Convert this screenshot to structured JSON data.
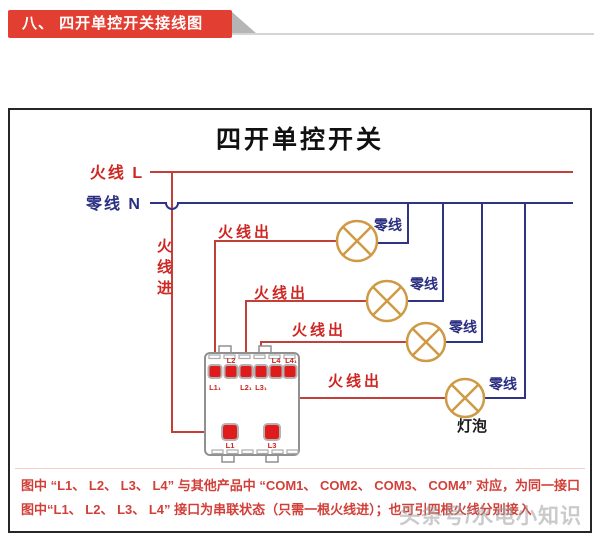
{
  "header": {
    "title": "八、 四开单控开关接线图"
  },
  "diagram": {
    "title": "四开单控开关",
    "live_label": "火线 L",
    "neutral_label": "零线 N",
    "live_in_label": "火线进",
    "live_out_labels": [
      "火线出",
      "火线出",
      "火线出",
      "火线出"
    ],
    "neutral_labels": [
      "零线",
      "零线",
      "零线",
      "零线"
    ],
    "bulb_label": "灯泡",
    "switch_labels": {
      "above_t2": "L2",
      "above_t5": "L4",
      "above_t6": "L4₁",
      "below_t1": "L1₁",
      "below_t3": "L2₁",
      "below_t4": "L3₁",
      "bottom_b1": "L1",
      "bottom_b2": "L3"
    }
  },
  "footer": {
    "line1": "图中 “L1、 L2、 L3、 L4” 与其他产品中 “COM1、 COM2、 COM3、 COM4” 对应，为同一接口",
    "line2": "图中“L1、 L2、 L3、 L4” 接口为串联状态（只需一根火线进）；也可引四根火线分别接入"
  },
  "watermark": "头条号/水电小知识",
  "colors": {
    "live_wire": "#c2403a",
    "live_text": "#cf2723",
    "neutral_wire": "#2f3384",
    "lamp": "#cf9a45",
    "header_bg": "#e23e31",
    "note_text": "#d23f38",
    "terminal_red": "#e01b1b"
  }
}
